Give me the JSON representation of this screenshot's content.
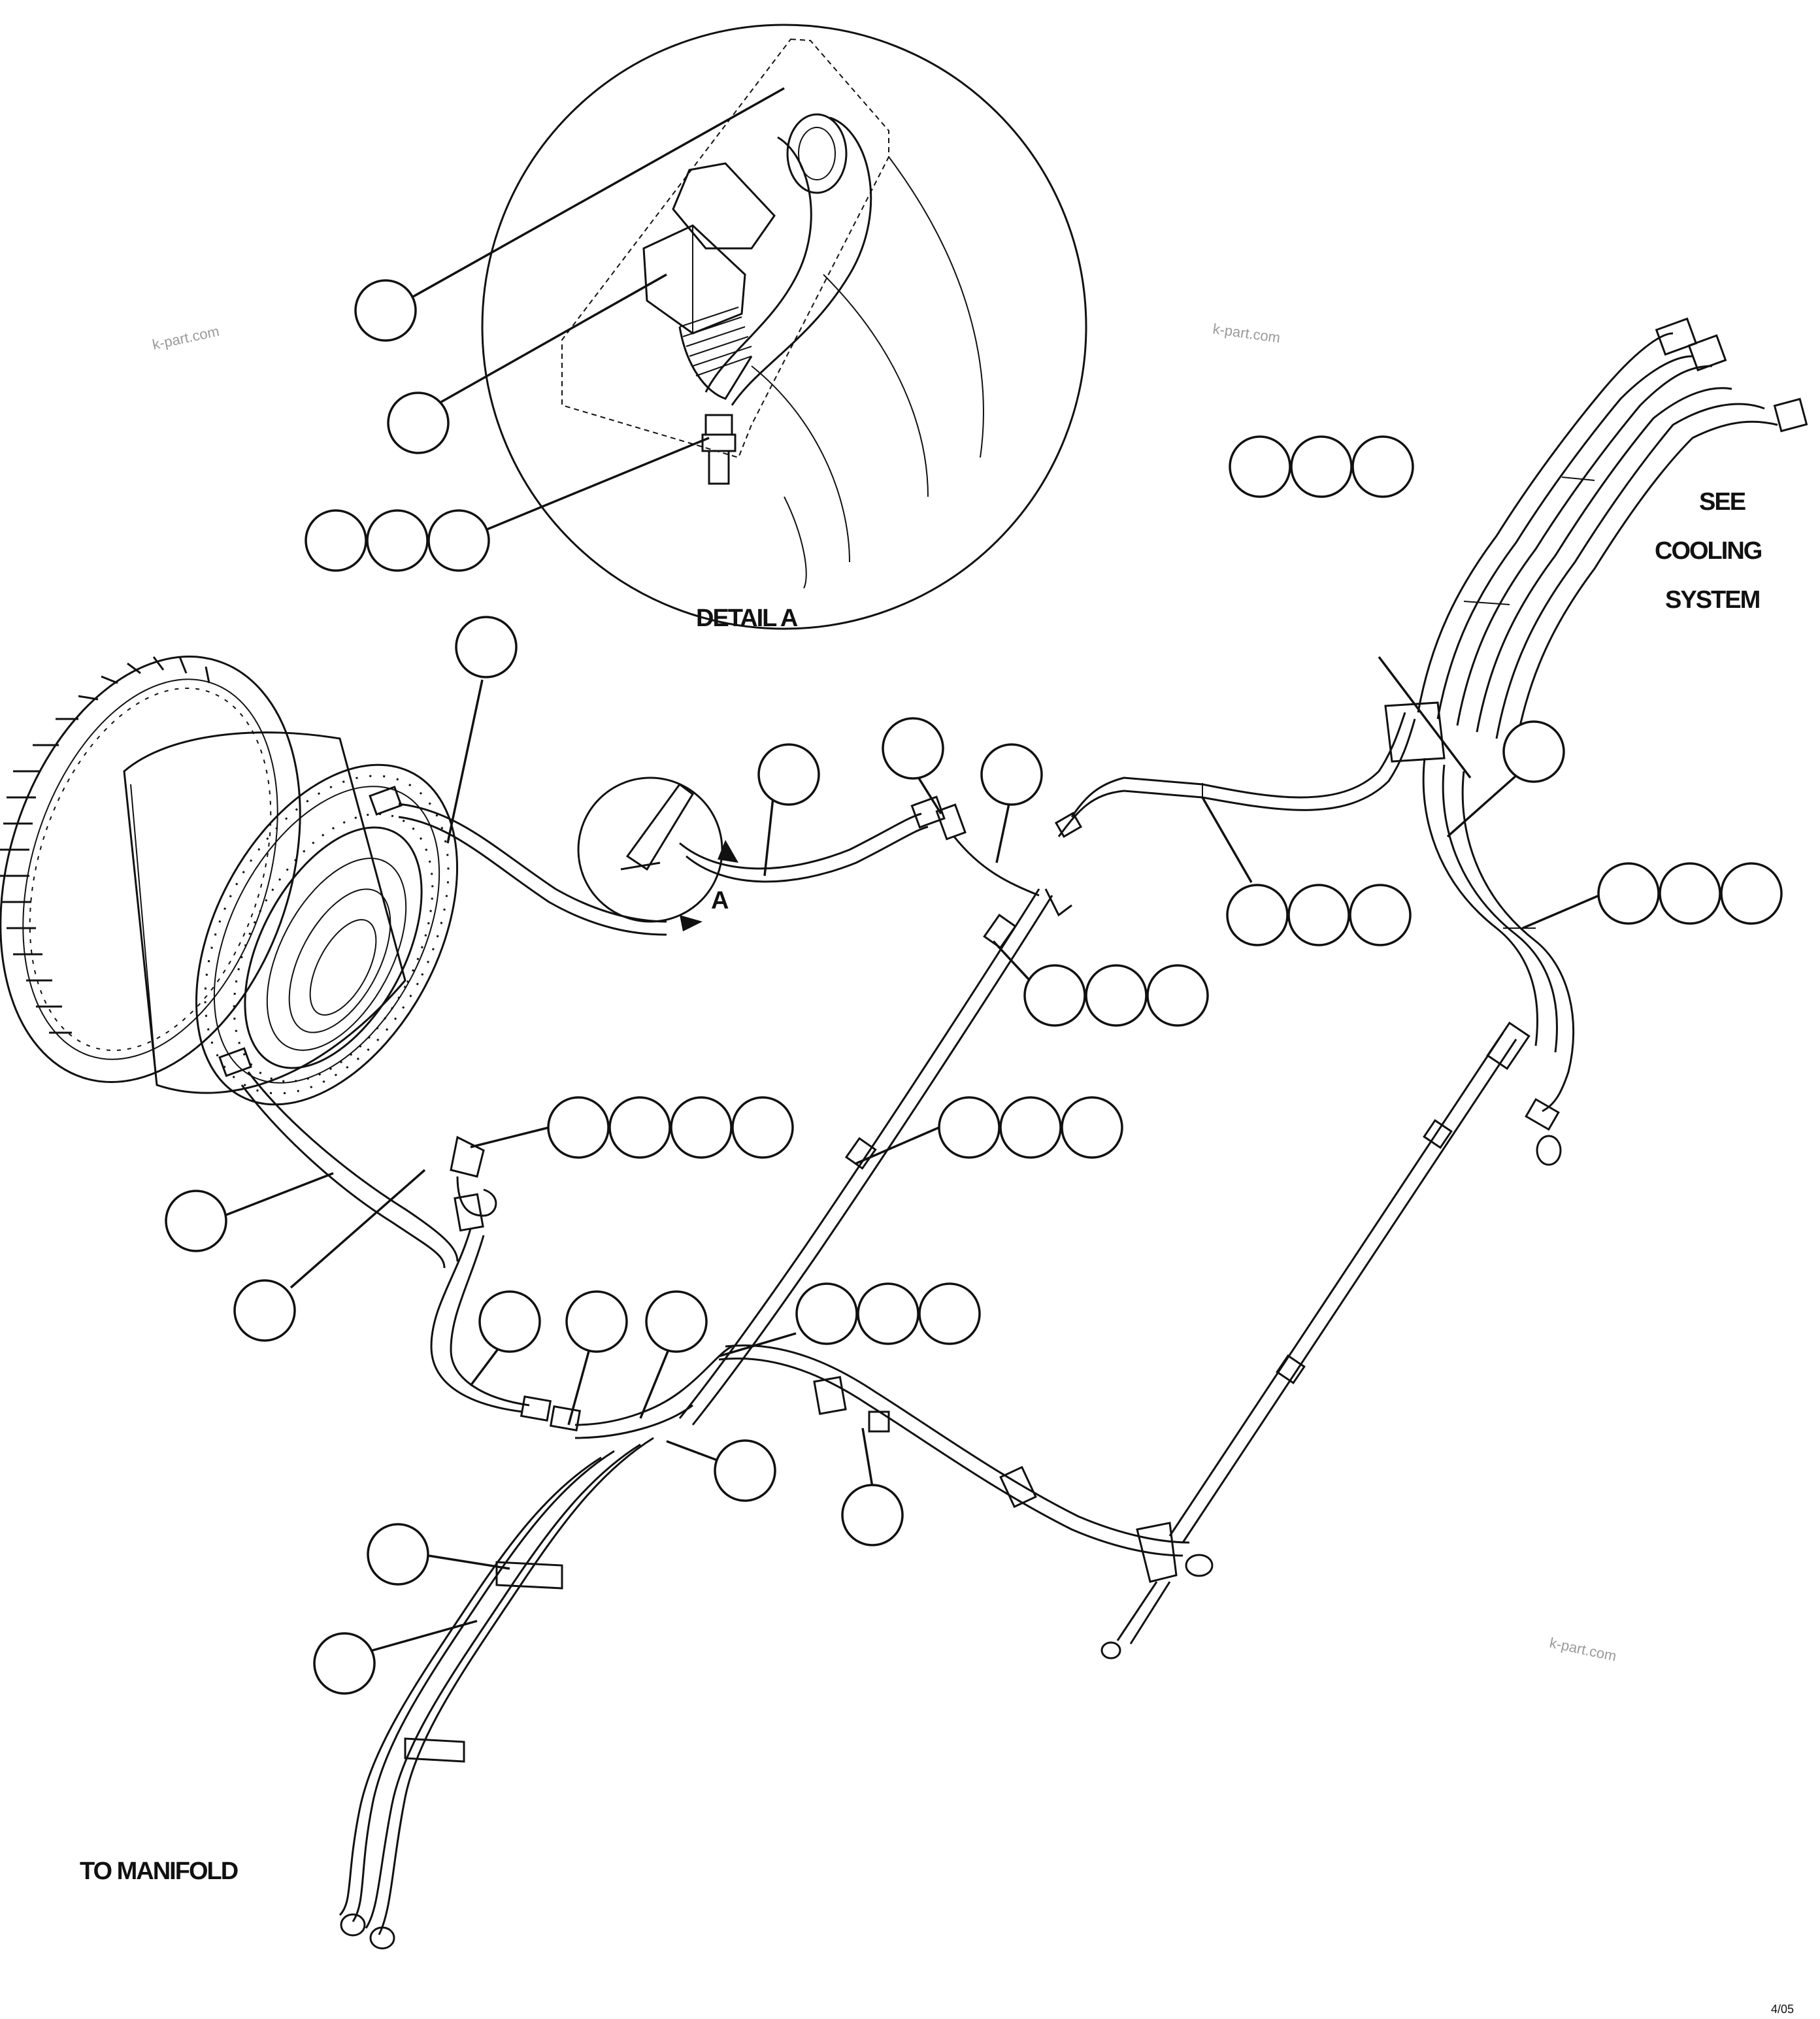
{
  "labels": {
    "detail": "DETAIL A",
    "view_marker": "A",
    "see_line1": "SEE",
    "see_line2": "COOLING",
    "see_line3": "SYSTEM",
    "to_manifold": "TO MANIFOLD",
    "drawing_code": "4/05"
  },
  "watermarks": [
    "k-part.com",
    "k-part.com",
    "k-part.com"
  ],
  "colors": {
    "line": "#111111",
    "background": "#ffffff",
    "watermark": "#9a9a9a"
  }
}
